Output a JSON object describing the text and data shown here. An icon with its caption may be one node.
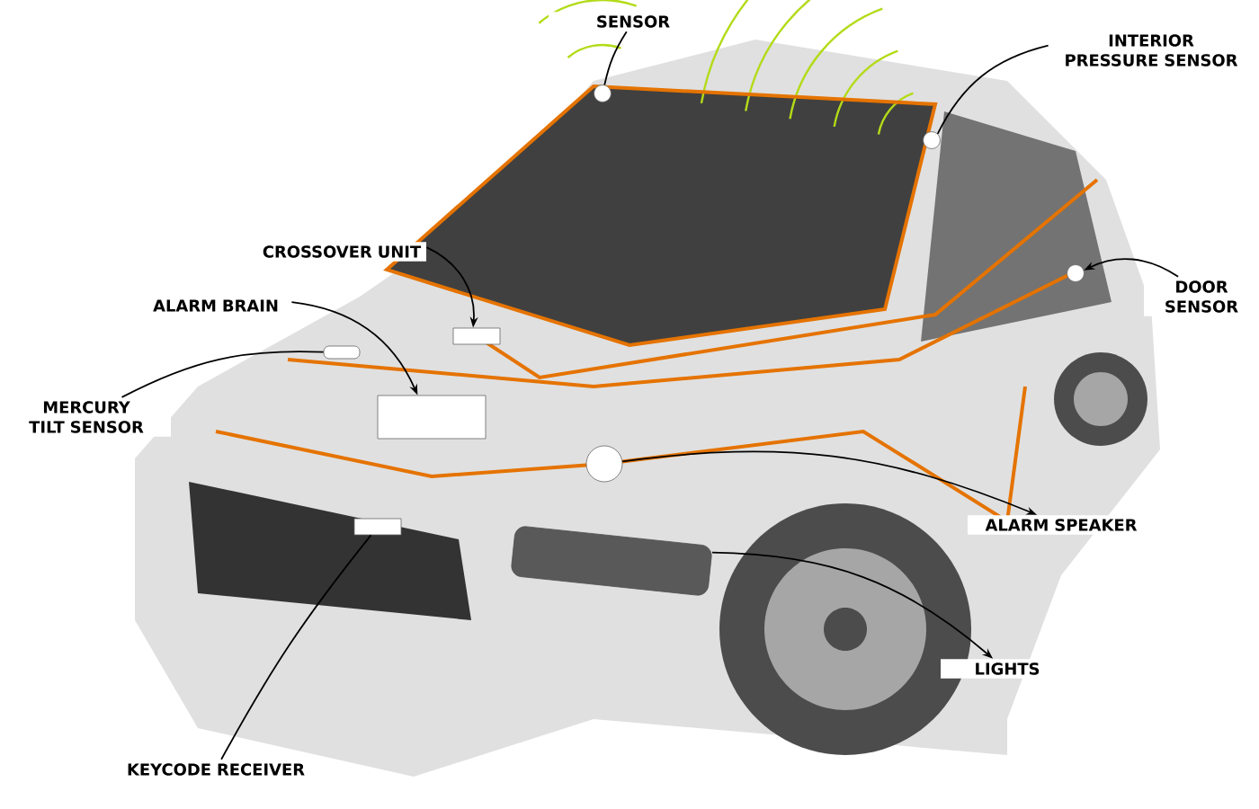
{
  "diagram": {
    "nodes": [
      {
        "text": [
          "SENSOR"
        ]
      },
      {
        "text": [
          "INTERIOR PRESSURE SENSOR"
        ]
      },
      {
        "text": [
          "CROSSOVER UNIT"
        ]
      },
      {
        "text": [
          "ALARM BRAIN"
        ]
      },
      {
        "text": [
          "DOOR SENSOR"
        ]
      },
      {
        "text": [
          "MERCURY TILT SENSOR"
        ]
      },
      {
        "text": [
          "ALARM SPEAKER"
        ]
      },
      {
        "text": [
          "LIGHTS"
        ]
      },
      {
        "text": [
          "KEYCODE RECEIVER"
        ]
      },
      {
        "text": [],
        "shape": "circle"
      },
      {
        "text": [],
        "shape": "circle"
      },
      {
        "text": [],
        "shape": "box"
      },
      {
        "text": [],
        "shape": "box"
      },
      {
        "text": [],
        "shape": "circle"
      },
      {
        "text": [],
        "shape": "bar"
      },
      {
        "text": [],
        "shape": "circle"
      },
      {
        "text": [],
        "shape": "box"
      },
      {
        "text": [],
        "shape": "box"
      }
    ],
    "edges": [
      {
        "from": 0,
        "to": 9,
        "arrow": "none"
      },
      {
        "from": 1,
        "to": 10,
        "arrow": "none"
      },
      {
        "from": 2,
        "to": 11,
        "arrow": "to"
      },
      {
        "from": 3,
        "to": 12,
        "arrow": "to"
      },
      {
        "from": 4,
        "to": 13,
        "arrow": "to"
      },
      {
        "from": 5,
        "to": 14,
        "arrow": "none"
      },
      {
        "from": 15,
        "to": 6,
        "arrow": "to"
      },
      {
        "from": 16,
        "to": 7,
        "arrow": "to"
      },
      {
        "from": 8,
        "to": 17,
        "arrow": "none"
      }
    ]
  }
}
